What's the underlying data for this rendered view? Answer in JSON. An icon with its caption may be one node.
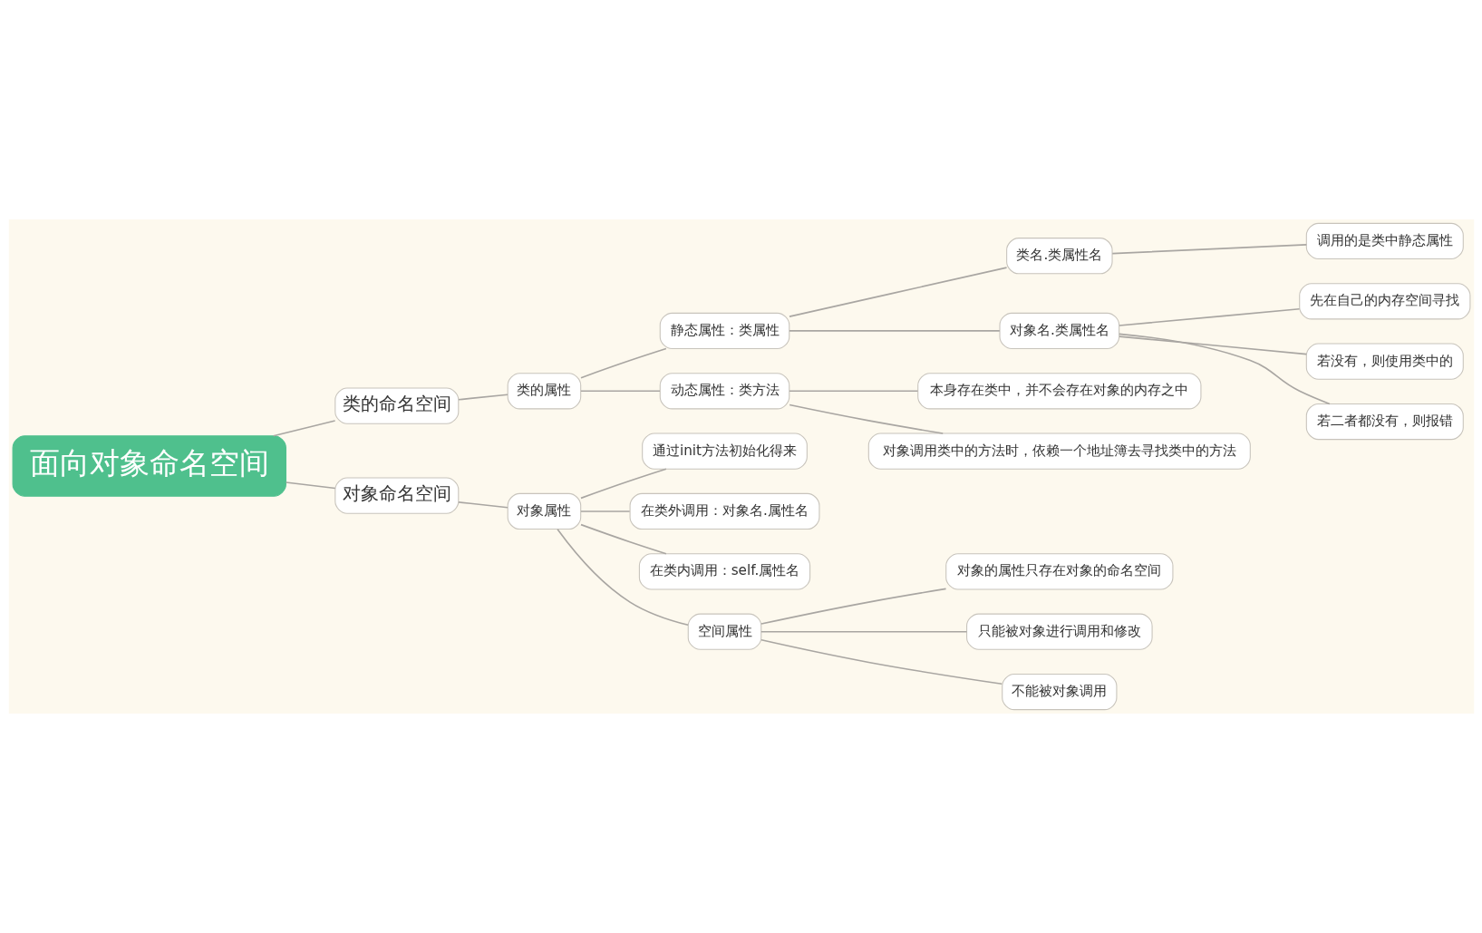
{
  "diagram": {
    "nodes": [
      {
        "text": [
          "面向对象命名空间"
        ]
      },
      {
        "text": [
          "类的命名空间"
        ]
      },
      {
        "text": [
          "类的属性"
        ]
      },
      {
        "text": [
          "静态属性：类属性"
        ]
      },
      {
        "text": [
          "类名.类属性名"
        ]
      },
      {
        "text": [
          "调用的是类中静态属性"
        ]
      },
      {
        "text": [
          "对象名.类属性名"
        ]
      },
      {
        "text": [
          "先在自己的内存空间寻找"
        ]
      },
      {
        "text": [
          "若没有，则使用类中的"
        ]
      },
      {
        "text": [
          "若二者都没有，则报错"
        ]
      },
      {
        "text": [
          "动态属性：类方法"
        ]
      },
      {
        "text": [
          "本身存在类中，并不会存在对象的内存之中"
        ]
      },
      {
        "text": [
          "对象调用类中的方法时，依赖一个地址簿去寻找类中的方法"
        ]
      },
      {
        "text": [
          "对象命名空间"
        ]
      },
      {
        "text": [
          "对象属性"
        ]
      },
      {
        "text": [
          "通过init方法初始化得来"
        ]
      },
      {
        "text": [
          "在类外调用：对象名.属性名"
        ]
      },
      {
        "text": [
          "在类内调用：self.属性名"
        ]
      },
      {
        "text": [
          "空间属性"
        ]
      },
      {
        "text": [
          "对象的属性只存在对象的命名空间"
        ]
      },
      {
        "text": [
          "只能被对象进行调用和修改"
        ]
      },
      {
        "text": [
          "不能被对象调用"
        ]
      }
    ],
    "edges": [
      {
        "from": 0,
        "to": 1,
        "arrow": "none"
      },
      {
        "from": 1,
        "to": 2,
        "arrow": "none"
      },
      {
        "from": 2,
        "to": 3,
        "arrow": "none"
      },
      {
        "from": 3,
        "to": 4,
        "arrow": "none"
      },
      {
        "from": 4,
        "to": 5,
        "arrow": "none"
      },
      {
        "from": 3,
        "to": 6,
        "arrow": "none"
      },
      {
        "from": 6,
        "to": 7,
        "arrow": "none"
      },
      {
        "from": 6,
        "to": 8,
        "arrow": "none"
      },
      {
        "from": 6,
        "to": 9,
        "arrow": "none"
      },
      {
        "from": 2,
        "to": 10,
        "arrow": "none"
      },
      {
        "from": 10,
        "to": 11,
        "arrow": "none"
      },
      {
        "from": 10,
        "to": 12,
        "arrow": "none"
      },
      {
        "from": 0,
        "to": 13,
        "arrow": "none"
      },
      {
        "from": 13,
        "to": 14,
        "arrow": "none"
      },
      {
        "from": 14,
        "to": 15,
        "arrow": "none"
      },
      {
        "from": 14,
        "to": 16,
        "arrow": "none"
      },
      {
        "from": 14,
        "to": 17,
        "arrow": "none"
      },
      {
        "from": 14,
        "to": 18,
        "arrow": "none"
      },
      {
        "from": 18,
        "to": 19,
        "arrow": "none"
      },
      {
        "from": 18,
        "to": 20,
        "arrow": "none"
      },
      {
        "from": 18,
        "to": 21,
        "arrow": "none"
      }
    ]
  }
}
